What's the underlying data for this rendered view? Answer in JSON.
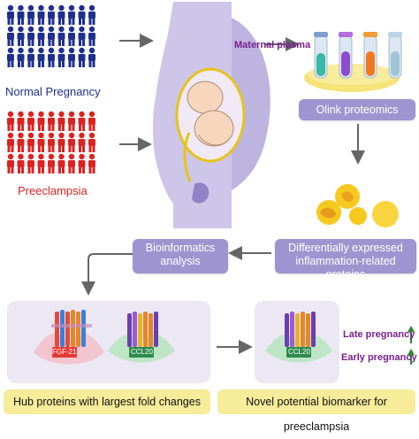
{
  "groups": {
    "normal": {
      "label": "Normal Pregnancy",
      "color": "#1f2f8f"
    },
    "preeclampsia": {
      "label": "Preeclampsia",
      "color": "#dd2222"
    }
  },
  "sample_label": "Maternal plasma",
  "steps": {
    "olink": "Olink proteomics",
    "deps_line1": "Differentially expressed",
    "deps_line2": "inflammation-related proteins",
    "bio_line1": "Bioinformatics",
    "bio_line2": "analysis",
    "hub": "Hub proteins with largest fold changes",
    "novel": "Novel potential biomarker for preeclampsia"
  },
  "proteins": {
    "fgf21": "FGF-21",
    "ccl20_left": "CCL20",
    "ccl20_right": "CCL20"
  },
  "pregnancy": {
    "late": "Late pregnancy",
    "early": "Early pregnancy"
  },
  "colors": {
    "box": "#9e95d0",
    "accent_purple": "#7a1f8f",
    "arrow_green": "#2e8b2e",
    "hub_pill": "#f6ec9a",
    "panel_bg": "#ebe8f4"
  }
}
